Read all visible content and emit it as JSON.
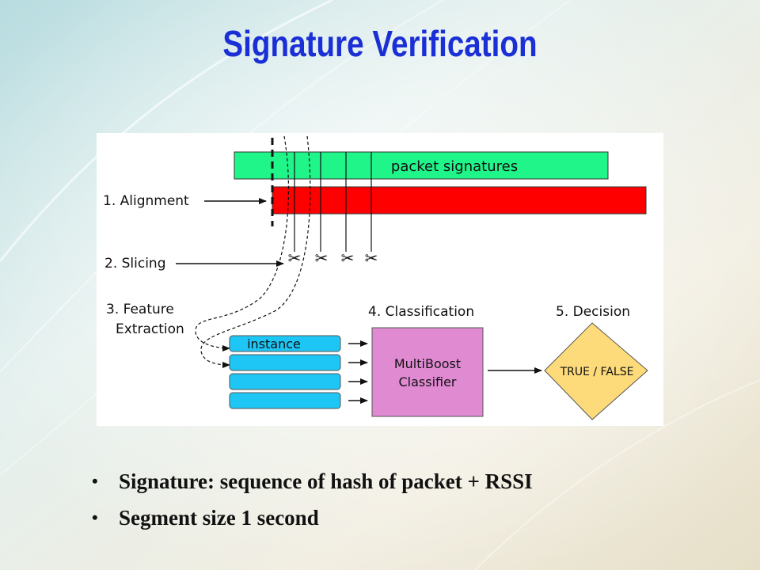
{
  "slide": {
    "title": "Signature Verification",
    "bullets": [
      "Signature: sequence of hash of packet + RSSI",
      "Segment size 1 second"
    ]
  },
  "diagram": {
    "signatures_label": "packet signatures",
    "step_alignment": "1. Alignment",
    "step_slicing": "2. Slicing",
    "step_feature_line1": "3. Feature",
    "step_feature_line2": "Extraction",
    "step_classification": "4. Classification",
    "step_decision": "5. Decision",
    "instance_label": "instance",
    "classifier_line1": "MultiBoost",
    "classifier_line2": "Classifier",
    "decision_label": "TRUE / FALSE",
    "colors": {
      "signature_bar": "#20f58a",
      "aligned_bar": "#ff0000",
      "instance": "#1ec6f5",
      "classifier": "#e08ad2",
      "decision": "#fddb7a",
      "title": "#1a2fd6"
    }
  }
}
